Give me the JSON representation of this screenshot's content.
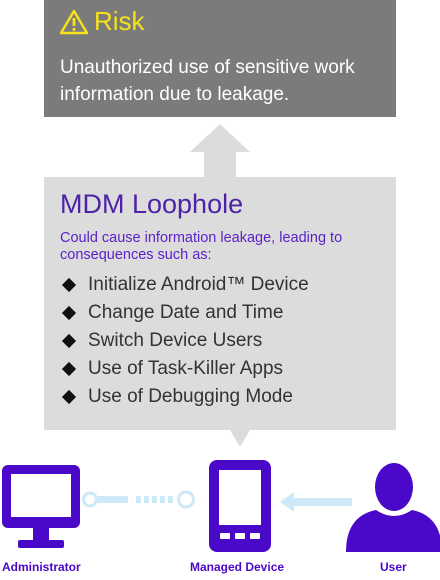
{
  "risk": {
    "title": "Risk",
    "description": "Unauthorized use of sensitive work information due to leakage."
  },
  "mdm": {
    "title": "MDM Loophole",
    "subtitle": "Could cause information leakage, leading to consequences such as:",
    "items": [
      {
        "label": "Initialize Android™ Device"
      },
      {
        "label": "Change Date and Time"
      },
      {
        "label": "Switch Device Users"
      },
      {
        "label": "Use of Task-Killer Apps"
      },
      {
        "label": "Use of Debugging Mode"
      }
    ]
  },
  "actors": {
    "administrator": "Administrator",
    "managed_device": "Managed Device",
    "user": "User"
  },
  "colors": {
    "risk_bg": "#7b7b7b",
    "risk_title": "#f5e21a",
    "mdm_bg": "#dcdcdc",
    "mdm_title": "#4e22a8",
    "icon_purple": "#4a08c8",
    "connector": "#bfe3f6"
  }
}
